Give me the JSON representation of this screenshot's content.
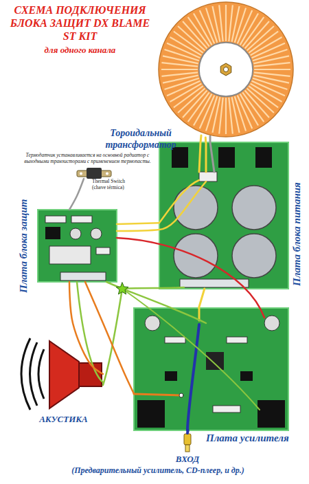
{
  "diagram": {
    "title": "СХЕМА ПОДКЛЮЧЕНИЯ БЛОКА ЗАЩИТ DX BLAME ST KIT",
    "nodes": [
      {
        "text": [
          "Тороидальный трансформатор"
        ]
      },
      {
        "text": [
          "Thermal Switch (chave térmica)"
        ]
      },
      {
        "text": [
          "Плата блока питания"
        ]
      },
      {
        "text": [
          "Плата блока защит"
        ]
      },
      {
        "text": [
          "АКУСТИКА"
        ]
      },
      {
        "text": [
          "Плата усилителя"
        ]
      },
      {
        "text": [
          "ВХОД",
          "(Предварительный усилитель, CD-плеер, и др.)"
        ]
      }
    ],
    "edges": [
      {
        "from": 0,
        "to": 2,
        "arrow": "none"
      },
      {
        "from": 1,
        "to": 3,
        "arrow": "none"
      },
      {
        "from": 2,
        "to": 3,
        "arrow": "none"
      },
      {
        "from": 2,
        "to": 5,
        "arrow": "none"
      },
      {
        "from": 3,
        "to": 4,
        "arrow": "none"
      },
      {
        "from": 3,
        "to": 5,
        "arrow": "none"
      },
      {
        "from": 6,
        "to": 5,
        "arrow": "none"
      }
    ],
    "labels": [
      "для одного канала",
      "Термодатчик устанавливается на основной радиатор с выходными транзисторами с применением термопасты."
    ]
  }
}
